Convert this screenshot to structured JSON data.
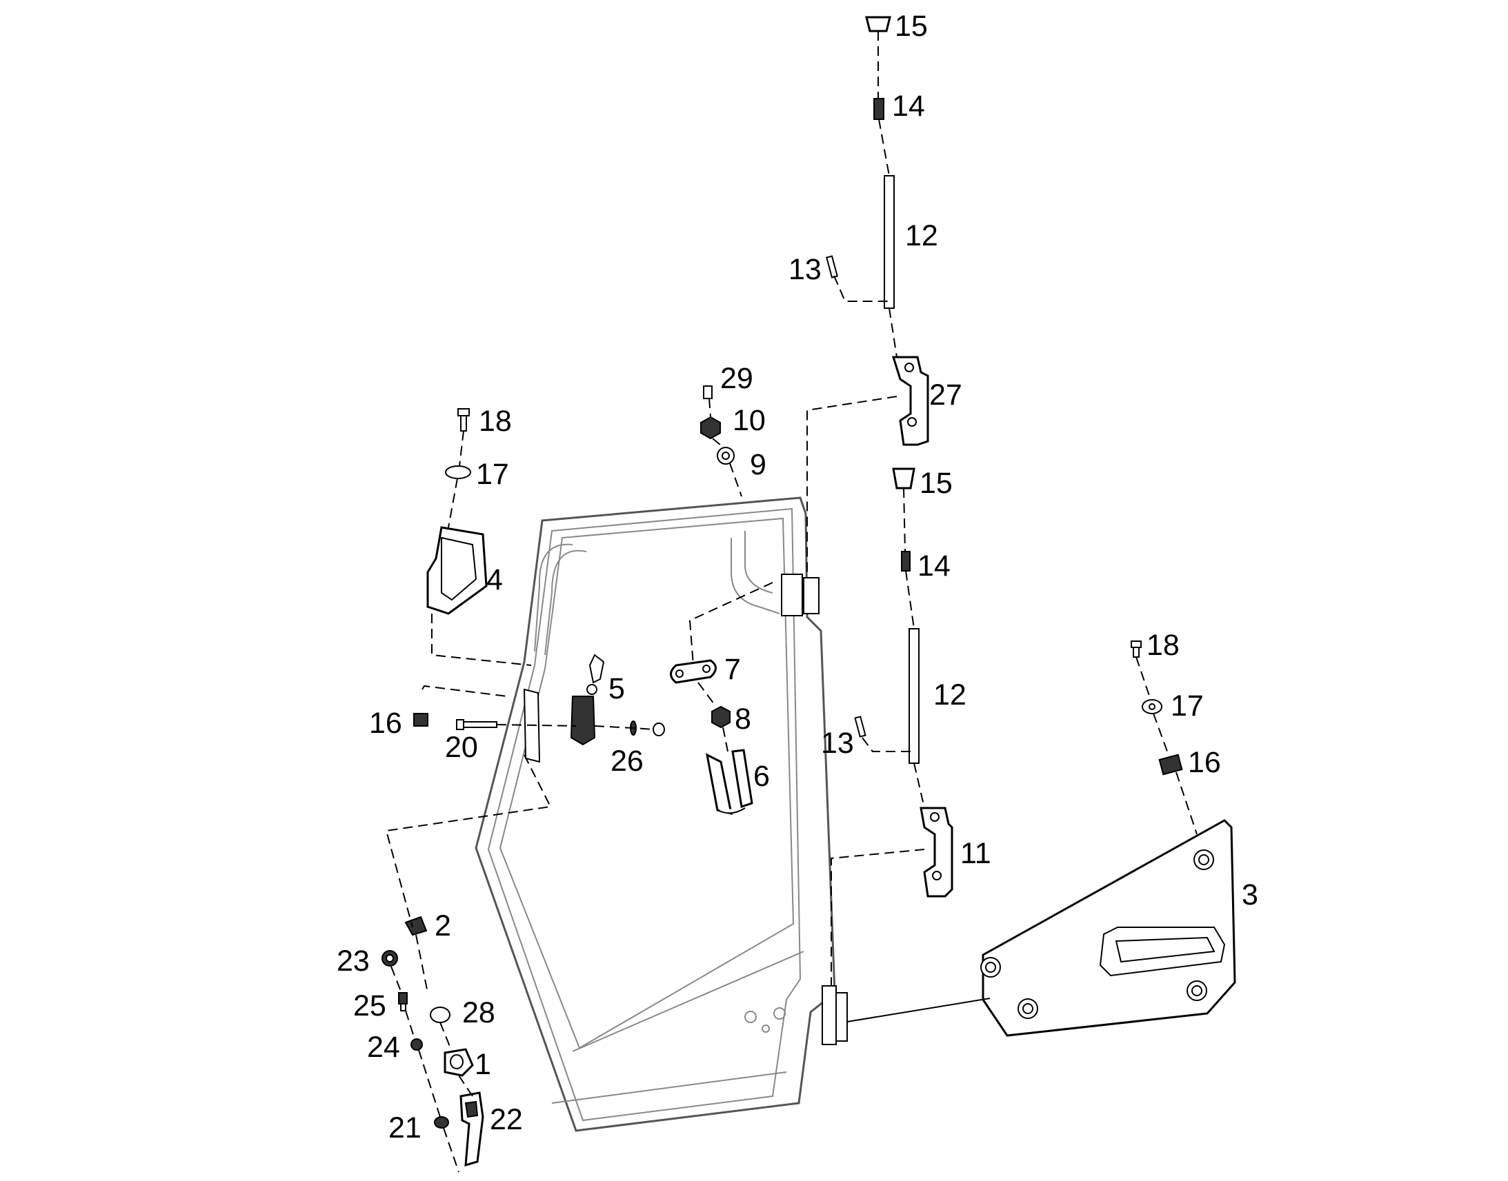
{
  "callouts": {
    "c15a": "15",
    "c14a": "14",
    "c12a": "12",
    "c13a": "13",
    "c27": "27",
    "c29": "29",
    "c10": "10",
    "c9": "9",
    "c18a": "18",
    "c17a": "17",
    "c4": "4",
    "c15b": "15",
    "c14b": "14",
    "c18b": "18",
    "c17b": "17",
    "c16b": "16",
    "c12b": "12",
    "c13b": "13",
    "c7": "7",
    "c5": "5",
    "c8": "8",
    "c16a": "16",
    "c20": "20",
    "c26": "26",
    "c6": "6",
    "c11": "11",
    "c3": "3",
    "c2": "2",
    "c23": "23",
    "c25": "25",
    "c28": "28",
    "c24": "24",
    "c1": "1",
    "c21": "21",
    "c22": "22"
  },
  "colors": {
    "line": "#000000",
    "frame": "#555555",
    "background": "#ffffff"
  }
}
